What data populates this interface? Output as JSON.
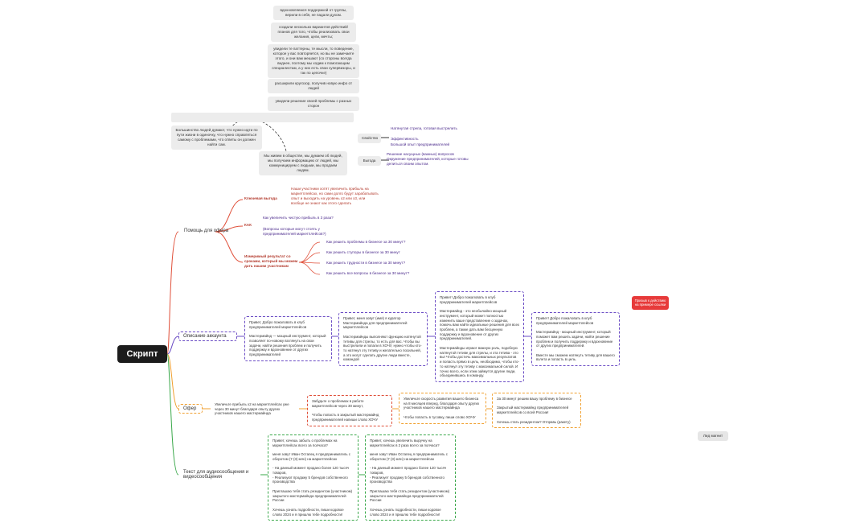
{
  "top_notes": [
    "вдохновляемся поддержкой от группы, верили в себя, не падали духом.",
    "создали несколько вариантов действий/планов для того, чтобы реализовать свои желания, цели, мечты;",
    "увидели те паттерны, те мысли, то поведение, которое у вас повторяется, но вы не замечаете этого, и они вам мешают (со стороны всегда виднее, поэтому мы ходим к помогающим специалистам, а у них есть свои супервизоры, и так по цепочке)",
    "расширили кругозор, получив новую инфо от людей",
    "увидели решение своей проблемы с разных сторон"
  ],
  "center_notes": {
    "majority": "Большинство людей думают, что нужно идти по пути жизни в одиночку, что нужно справляться самому с проблемами, что ответы он должен найти сам.",
    "society": "Мы живем в обществе, мы думаем об людей, мы получаем информацию от людей, мы коммуницируем с людьми, мы продаем людям."
  },
  "svoistvo": {
    "label": "Свойство",
    "items": [
      "Натянутая стрела, готовая выстрелить",
      "Эффективность",
      "Большой опыт предпринимателей"
    ]
  },
  "vygoda": {
    "label": "Выгода",
    "text": "Решение насущных (важных) вопросов Окружение предпринимателей, которые готовы делиться своим опытом."
  },
  "root": {
    "label": "Скрипт"
  },
  "help_offer": {
    "label": "Помощь для офера",
    "key_benefit_label": "Ключевая выгода",
    "key_benefit_text": "Наши участники хотят увеличить прибыль на маркетплейсах, но сами долго будут зарабатывать опыт и выходить на уровень х2 или х3, или вообще не знают как этого сделать",
    "kak_label": "КАК",
    "kak_q1": "Как увеличить чистую прибыль в 3 раза?",
    "kak_q2": "(Вопросы которые могут стоять у предпринимателей маркетплейсов?)",
    "measurable_label": "Измеримый результат со сроками, который мы можем дать нашим участникам",
    "measurable_items": [
      "Как решить проблемы в бизнесе за 30 минут?",
      "Как решить ступоры в бизнесе за 30 минут",
      "Как решить трудности в бизнесе за 30 минут?",
      "Как решить все вопросы в бизнесе за 30 минут?"
    ]
  },
  "account": {
    "label": "Описание аккаунта",
    "cards": [
      "Привет, Добро пожаловать в клуб предпринимателей маркетплейсов\n\nМастермайнд — мощный инструмент, который позволяет по-новому взглянуть на свои задачи, найти решения проблем и получить поддержку и вдохновение от других предпринимателей",
      "Привет, меня зовут (имя) я куратор Мастермайнда для предпринимателей маркетплейсов\n\nМастермайнды выполняют функцию натянутой тетивы для стрелы, то есть для вас. Чтобы вы выстрелили и попали в ХОЧУ, нужно чтобы кто-то натянул эту тетиву и желательно посильней, а это могут сделать другие люди вместе, командой",
      "Привет! Добро пожаловать в клуб предпринимателей маркетплейсов\n\nМастермайнд - это необычайно мощный инструмент, который может полностью изменить ваше представление о задачах, помочь вам найти идеальные решения для всех проблем, а также дать вам бесценную поддержку и вдохновение от других предпринимателей.\n\nМастермайнды играют важную роль, подобную натянутой тетиве для стрелы, и эта тетива - это вы! Чтобы достичь максимальных результатов и попасть прямо в цель, необходимо, чтобы кто-то натянул эту тетиву с максимальной силой. И точно всего, если этим займутся другие люди, объединившись в команду.",
      "Привет! Добро пожаловать в клуб предпринимателей маркетплейсов\n\nМастермайнд - мощный инструмент, который поможет вам решить задачи, найти решение проблем и получить поддержку и вдохновение от других предпринимателей.\n\nВместе мы сможем натянуть тетиву для вашего взлета и попасть в цель."
    ],
    "tag": "Призыв к действию на примере ссылки"
  },
  "offer": {
    "label": "Офер",
    "cards": [
      "Увеличьте прибыль х2 на маркетплейсах уже через 30 минут благодаря опыту других участников нашего мастермайнда",
      "Забудьте о проблемах в работе маркетплейсов через 30 минут,\n\nЧтобы попасть в закрытый мастермайнд предпринимателей напиши слово ХОЧУ",
      "Увеличьте скорость развития вашего бизнеса на 8 месяцев вперед, благодаря опыту других участников нашего мастермайнда\n\nЧтобы попасть в тусовку, пиши слово ХОЧУ",
      "За 30 минут решим вашу проблему в бизнесе\n\nЗакрытый мастермайнд предпринимателей маркетплейсов со всей России!\n\nХочешь стать резидентом? Отправь (ракету)"
    ]
  },
  "audio": {
    "label": "Текст для аудиосообщения и видеосообщения",
    "cards": [
      "Привет, хочешь забыть о проблемах на маркетплейсах всего за полчаса?\n\nменя зовут Иван Остапец я предприниматель с оборотом (7 (3) млн) на маркетплейсах\n\n- На данный момент продано более 120 тысяч товаров,\n- Реализуют продажу 5 брендов собственного производства\n\nПриглашаю тебя стать резидентом (участником) закрытого мастермайнда предпринимателей России\n\nХочешь узнать подробности, пиши кодовое слово 2024 и я пришлю тебе подробности!",
      "Привет, хочешь увеличить выручку на маркетплейсах в 2 раза всего за полчаса?\n\nменя зовут Иван Остапец я предприниматель с оборотом (7 (3) млн) на маркетплейсах\n\n- На данный момент продано более 120 тысяч товаров,\n- Реализует продажу 5 брендов собственного производства\n\nПриглашаю тебя стать резидентом (участником) закрытого мастермайнда предпринимателей России\n\nХочешь узнать подробности, пиши кодовое слово 2024 и я пришлю тебе подробности!"
    ]
  },
  "lead_magnet": {
    "label": "Лид магнит"
  }
}
